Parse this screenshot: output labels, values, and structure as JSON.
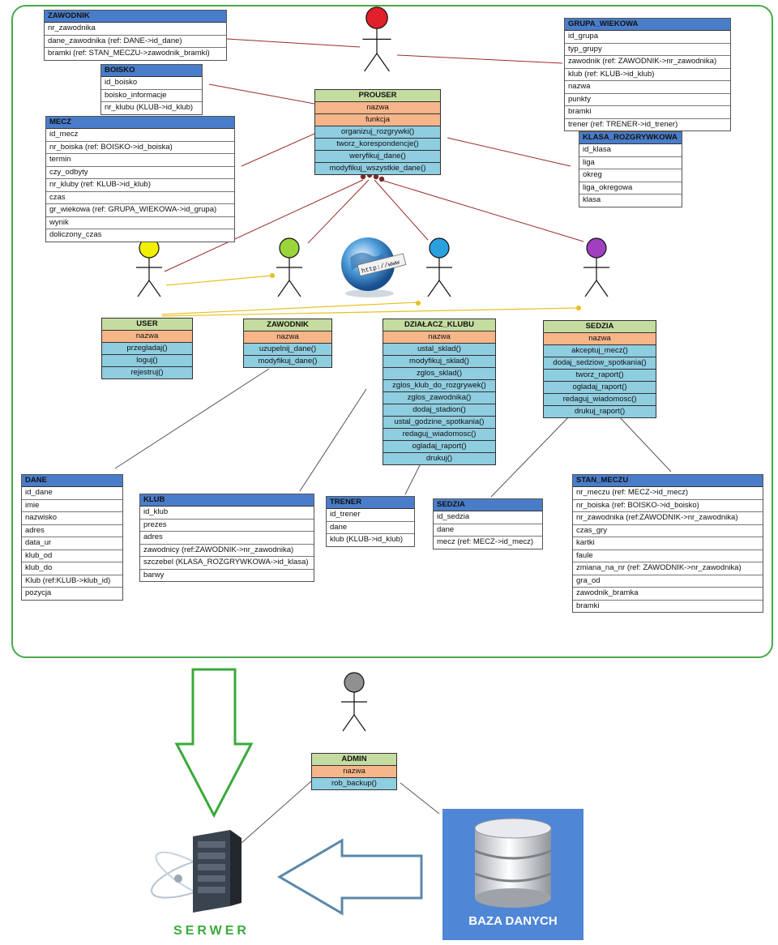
{
  "tables": {
    "zawodnik": {
      "title": "ZAWODNIK",
      "rows": [
        "nr_zawodnika",
        "dane_zawodnika (ref: DANE->id_dane)",
        "bramki (ref: STAN_MECZU->zawodnik_bramki)"
      ]
    },
    "boisko": {
      "title": "BOISKO",
      "rows": [
        "id_boisko",
        "boisko_informacje",
        "nr_klubu (KLUB->id_klub)"
      ]
    },
    "mecz": {
      "title": "MECZ",
      "rows": [
        "id_mecz",
        "nr_boiska (ref: BOISKO->id_boiska)",
        "termin",
        "czy_odbyty",
        "nr_kluby (ref: KLUB->id_klub)",
        "czas",
        "gr_wiekowa (ref: GRUPA_WIEKOWA->id_grupa)",
        "wynik",
        "doliczony_czas"
      ]
    },
    "grupa_wiekowa": {
      "title": "GRUPA_WIEKOWA",
      "rows": [
        "id_grupa",
        "typ_grupy",
        "zawodnik (ref: ZAWODNIK->nr_zawodnika)",
        "klub (ref: KLUB->id_klub)",
        "nazwa",
        "punkty",
        "bramki",
        "trener (ref: TRENER->id_trener)"
      ]
    },
    "klasa_rozgrywkowa": {
      "title": "KLASA_ROZGRYWKOWA",
      "rows": [
        "id_klasa",
        "liga",
        "okreg",
        "liga_okregowa",
        "klasa"
      ]
    },
    "dane": {
      "title": "DANE",
      "rows": [
        "id_dane",
        "imie",
        "nazwisko",
        "adres",
        "data_ur",
        "klub_od",
        "klub_do",
        "Klub (ref:KLUB->klub_id)",
        "pozycja"
      ]
    },
    "klub": {
      "title": "KLUB",
      "rows": [
        "id_klub",
        "prezes",
        "adres",
        "zawodnicy (ref:ZAWODNIK->nr_zawodnika)",
        "szczebel (KLASA_ROZGRYWKOWA->id_klasa)",
        "barwy"
      ]
    },
    "trener": {
      "title": "TRENER",
      "rows": [
        "id_trener",
        "dane",
        "klub (KLUB->id_klub)"
      ]
    },
    "sedzia": {
      "title": "SEDZIA",
      "rows": [
        "id_sedzia",
        "dane",
        "mecz (ref: MECZ->id_mecz)"
      ]
    },
    "stan_meczu": {
      "title": "STAN_MECZU",
      "rows": [
        "nr_meczu (ref: MECZ->id_mecz)",
        "nr_boiska (ref: BOISKO->id_boisko)",
        "nr_zawodnika (ref:ZAWODNIK->nr_zawodnika)",
        "czas_gry",
        "kartki",
        "faule",
        "zmiana_na_nr (ref: ZAWODNIK->nr_zawodnika)",
        "gra_od",
        "zawodnik_bramka",
        "bramki"
      ]
    }
  },
  "classes": {
    "prouser": {
      "title": "PROUSER",
      "attrs": [
        "nazwa",
        "funkcja"
      ],
      "methods": [
        "organizuj_rozgrywki()",
        "tworz_korespondencje()",
        "weryfikuj_dane()",
        "modyfikuj_wszystkie_dane()"
      ]
    },
    "user": {
      "title": "USER",
      "attrs": [
        "nazwa"
      ],
      "methods": [
        "przegladaj()",
        "loguj()",
        "rejestruj()"
      ]
    },
    "zawodnik": {
      "title": "ZAWODNIK",
      "attrs": [
        "nazwa"
      ],
      "methods": [
        "uzupelnij_dane()",
        "modyfikuj_dane()"
      ]
    },
    "dzialacz": {
      "title": "DZIAŁACZ_KLUBU",
      "attrs": [
        "nazwa"
      ],
      "methods": [
        "ustal_sklad()",
        "modyfikuj_sklad()",
        "zglos_sklad()",
        "zglos_klub_do_rozgrywek()",
        "zglos_zawodnika()",
        "dodaj_stadion()",
        "ustal_godzine_spotkania()",
        "redaguj_wiadomosc()",
        "ogladaj_raport()",
        "drukuj()"
      ]
    },
    "sedzia": {
      "title": "SEDZIA",
      "attrs": [
        "nazwa"
      ],
      "methods": [
        "akceptuj_mecz()",
        "dodaj_sedziow_spotkania()",
        "tworz_raport()",
        "ogladaj_raport()",
        "redaguj_wiadomosc()",
        "drukuj_raport()"
      ]
    },
    "admin": {
      "title": "ADMIN",
      "attrs": [
        "nazwa"
      ],
      "methods": [
        "rob_backup()"
      ]
    }
  },
  "actors": [
    {
      "id": "prouser",
      "color": "#e0202a"
    },
    {
      "id": "user",
      "color": "#f0f000"
    },
    {
      "id": "zawodnik",
      "color": "#9ad63a"
    },
    {
      "id": "dzialacz",
      "color": "#2aa0e0"
    },
    {
      "id": "sedzia",
      "color": "#a040c0"
    },
    {
      "id": "admin",
      "color": "#909090"
    }
  ],
  "globe_text": "http://www",
  "server_label": "SERWER",
  "database_label": "BAZA DANYCH",
  "colors": {
    "frame": "#4aa84a",
    "class_header": "#c5dca0",
    "class_attr": "#f7b58a",
    "class_method": "#8fcde0",
    "table_header": "#4a7dc9",
    "database": "#4f86d6",
    "arrow_down": "#3aaa3a",
    "arrow_left": "#5b87a8"
  }
}
